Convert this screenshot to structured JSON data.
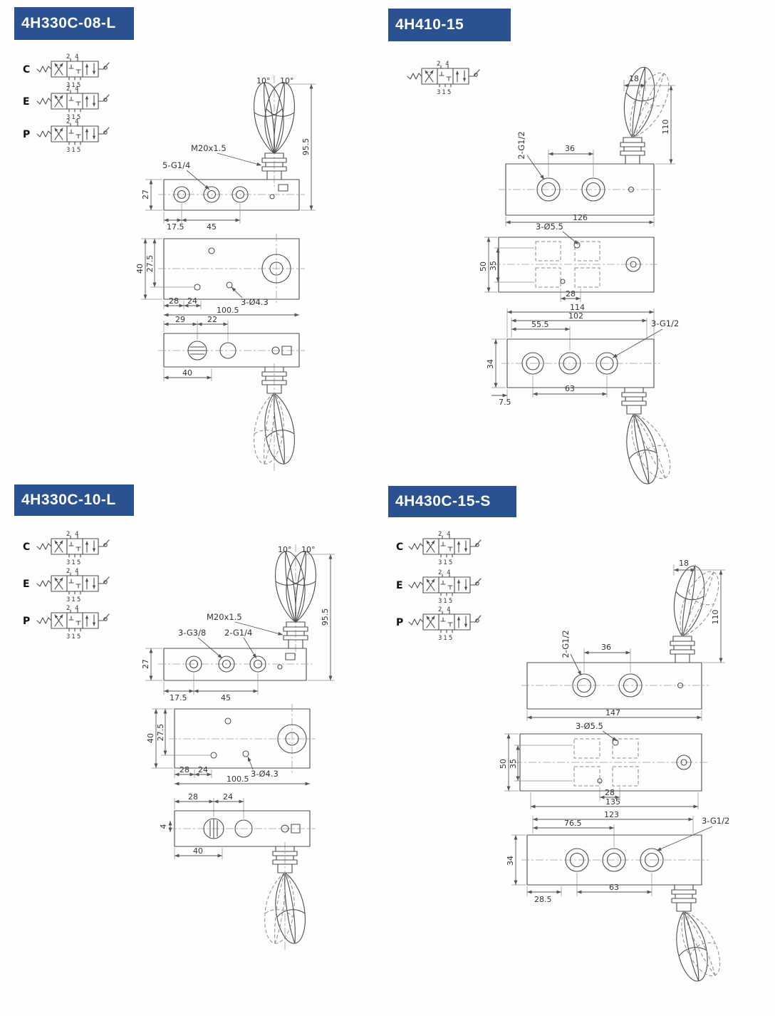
{
  "theme": {
    "header_bg": "#2a5291",
    "header_fg": "#ffffff",
    "line_color": "#4d4d4d",
    "dim_color": "#555555"
  },
  "sections": {
    "s1": {
      "title": "4H330C-08-L",
      "symbols": {
        "row1": "C",
        "row2": "E",
        "row3": "P",
        "ports_top": "2 4",
        "ports_bottom": "315"
      },
      "front": {
        "angle_left": "10°",
        "angle_right": "10°",
        "thread": "M20x1.5",
        "ports": "5-G1/4",
        "body_h": "27",
        "off": "17.5",
        "pitch": "45",
        "total_h": "95.5"
      },
      "plan": {
        "h": "40",
        "h2": "27.5",
        "a": "28",
        "b": "24",
        "holes": "3-Ø4.3",
        "w": "100.5"
      },
      "bottom": {
        "a": "29",
        "b": "22",
        "w": "40"
      }
    },
    "s2": {
      "title": "4H410-15",
      "symbols": {
        "ports_top": "2 4",
        "ports_bottom": "315"
      },
      "front": {
        "knob": "18",
        "total_h": "110",
        "ports": "2-G1/2",
        "pitch": "36",
        "w": "126"
      },
      "plan": {
        "holes": "3-Ø5.5",
        "h": "50",
        "h2": "35",
        "a": "28"
      },
      "bottom": {
        "w1": "114",
        "w2": "102",
        "w3": "55.5",
        "ports": "3-G1/2",
        "h": "34",
        "pitch": "63",
        "off": "7.5"
      }
    },
    "s3": {
      "title": "4H330C-10-L",
      "symbols": {
        "row1": "C",
        "row2": "E",
        "row3": "P",
        "ports_top": "2 4",
        "ports_bottom": "315"
      },
      "front": {
        "angle_left": "10°",
        "angle_right": "10°",
        "thread": "M20x1.5",
        "ports3": "3-G3/8",
        "ports2": "2-G1/4",
        "body_h": "27",
        "off": "17.5",
        "pitch": "45",
        "total_h": "95.5"
      },
      "plan": {
        "h": "40",
        "h2": "27.5",
        "a": "28",
        "b": "24",
        "holes": "3-Ø4.3",
        "w": "100.5"
      },
      "bottom": {
        "a": "28",
        "b": "24",
        "h": "4",
        "w": "40"
      }
    },
    "s4": {
      "title": "4H430C-15-S",
      "symbols": {
        "row1": "C",
        "row2": "E",
        "row3": "P",
        "ports_top": "2 4",
        "ports_bottom": "315"
      },
      "front": {
        "knob": "18",
        "total_h": "110",
        "ports": "2-G1/2",
        "pitch": "36",
        "w": "147"
      },
      "plan": {
        "holes": "3-Ø5.5",
        "h": "50",
        "h2": "35",
        "a": "28",
        "w": "135"
      },
      "bottom": {
        "w1": "123",
        "w2": "76.5",
        "ports": "3-G1/2",
        "h": "34",
        "pitch": "63",
        "off": "28.5"
      }
    }
  }
}
